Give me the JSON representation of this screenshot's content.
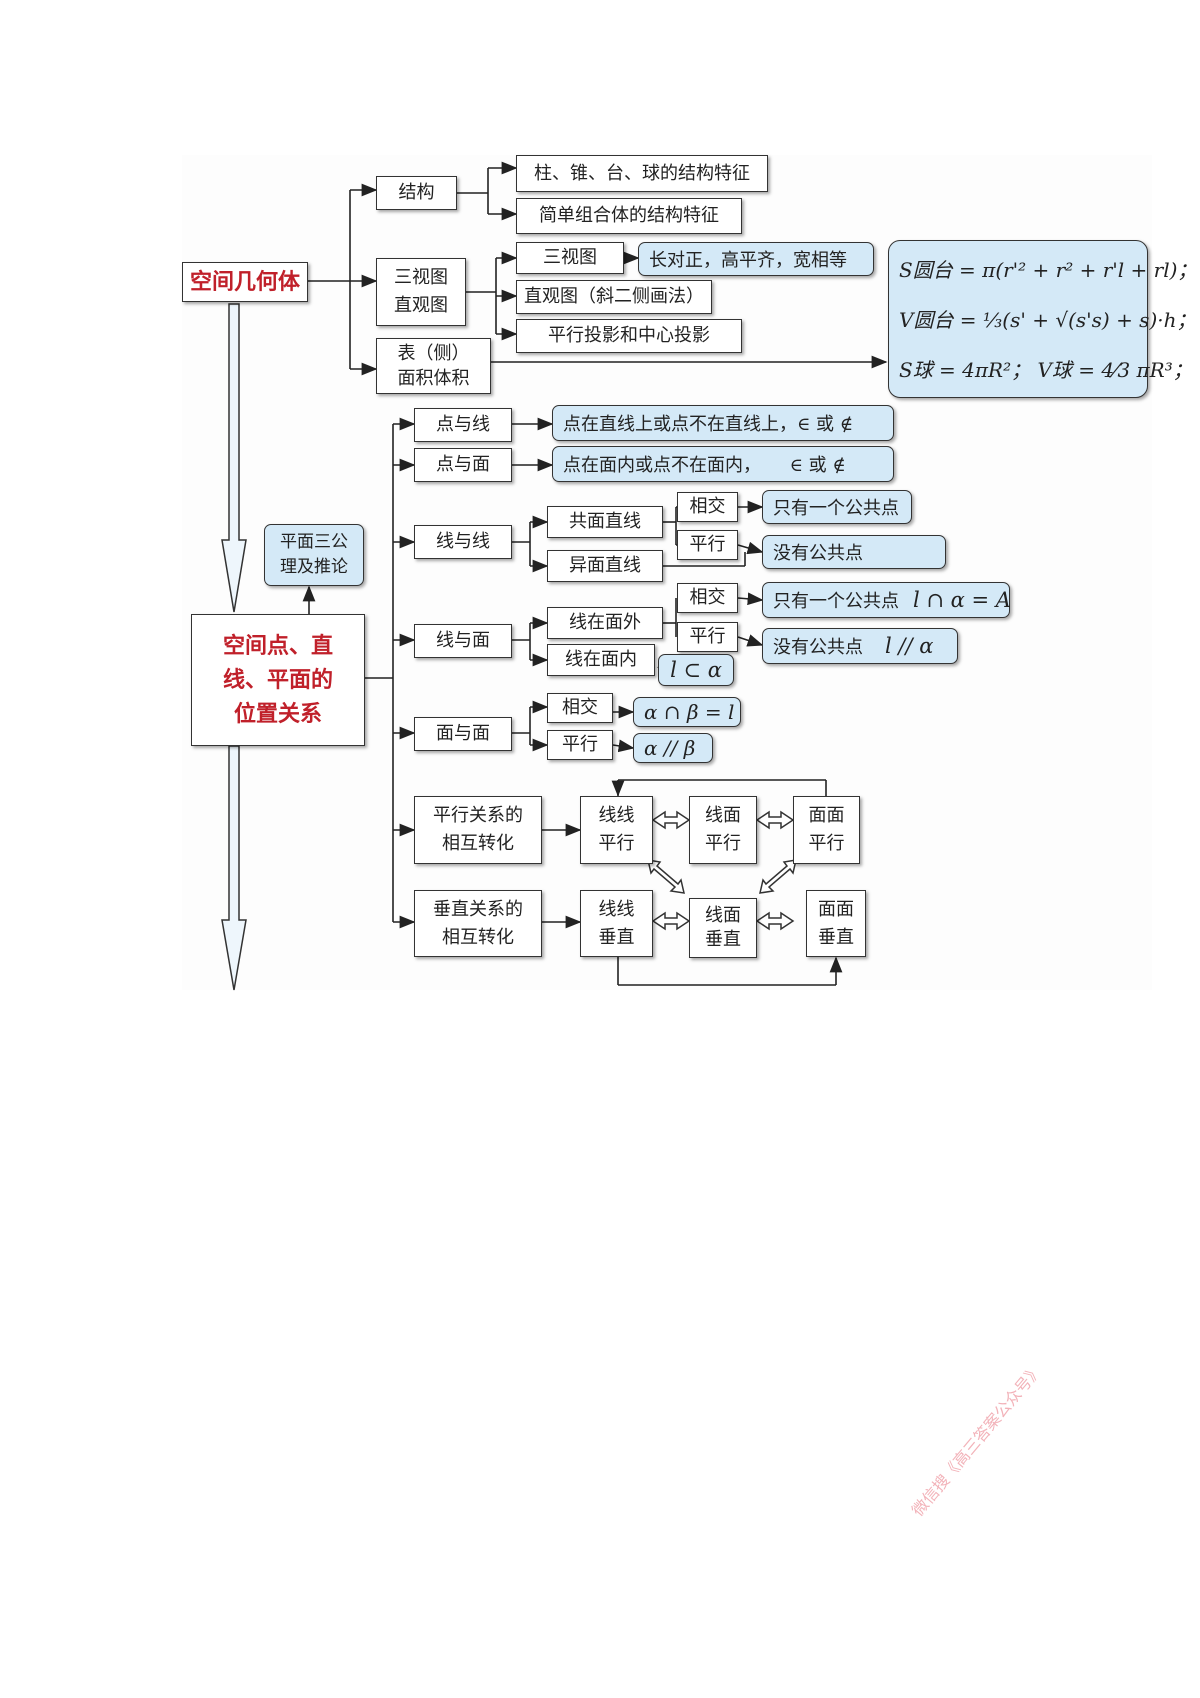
{
  "root1": "空间几何体",
  "root2_lines": [
    "空间点、直",
    "线、平面的",
    "位置关系"
  ],
  "axioms": [
    "平面三公",
    "理及推论"
  ],
  "structure": {
    "label": "结构",
    "leaves": [
      "柱、锥、台、球的结构特征",
      "简单组合体的结构特征"
    ]
  },
  "views": {
    "label": [
      "三视图",
      "直观图"
    ],
    "items": [
      "三视图",
      "直观图（斜二侧画法）",
      "平行投影和中心投影"
    ],
    "note": "长对正，高平齐，宽相等"
  },
  "surface": {
    "label": [
      "表（侧）",
      "面积体积"
    ]
  },
  "formulas": [
    "S圆台 = π(r'² + r² + r'l + rl)；",
    "V圆台 = ⅓(s' + √(s's) + s)·h；",
    "S球 = 4πR²；  V球 = 4⁄3 πR³；"
  ],
  "point_line": {
    "label": "点与线",
    "note": "点在直线上或点不在直线上，∈ 或 ∉"
  },
  "point_plane": {
    "label": "点与面",
    "note": "点在面内或点不在面内，     ∈ 或 ∉"
  },
  "line_line": {
    "label": "线与线",
    "coplanar": "共面直线",
    "skew": "异面直线",
    "intersect": "相交",
    "parallel": "平行",
    "one_point": "只有一个公共点",
    "no_point": "没有公共点"
  },
  "line_plane": {
    "label": "线与面",
    "outside": "线在面外",
    "inside": "线在面内",
    "intersect": "相交",
    "parallel": "平行",
    "one_point": "只有一个公共点",
    "one_point_math": "l ∩ α = A",
    "no_point": "没有公共点",
    "no_point_math": "l // α",
    "inside_math": "l ⊂ α"
  },
  "plane_plane": {
    "label": "面与面",
    "intersect": "相交",
    "parallel": "平行",
    "intersect_math": "α ∩ β = l",
    "parallel_math": "α // β"
  },
  "parallel_conv": {
    "label": [
      "平行关系的",
      "相互转化"
    ],
    "ll": [
      "线线",
      "平行"
    ],
    "lp": [
      "线面",
      "平行"
    ],
    "pp": [
      "面面",
      "平行"
    ]
  },
  "perp_conv": {
    "label": [
      "垂直关系的",
      "相互转化"
    ],
    "ll": [
      "线线",
      "垂直"
    ],
    "lp": [
      "线面",
      "垂直"
    ],
    "pp": [
      "面面",
      "垂直"
    ]
  },
  "watermark": "微信搜《高三答案公众号》"
}
